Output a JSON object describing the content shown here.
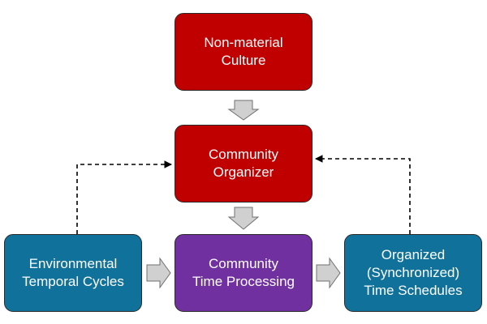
{
  "colors": {
    "red_node": "#c00000",
    "purple_node": "#7030a0",
    "teal_node": "#10719a",
    "block_arrow": "#d0d0d0",
    "dashed_line": "#000000"
  },
  "diagram": {
    "nodes": {
      "nonmaterial": {
        "lines": [
          "Non-material",
          "Culture"
        ]
      },
      "organizer": {
        "lines": [
          "Community",
          "Organizer"
        ]
      },
      "processing": {
        "lines": [
          "Community",
          "Time Processing"
        ]
      },
      "environmental": {
        "lines": [
          "Environmental",
          "Temporal Cycles"
        ]
      },
      "schedules": {
        "lines": [
          "Organized",
          "(Synchronized)",
          "Time Schedules"
        ]
      }
    },
    "edges": [
      {
        "from": "nonmaterial",
        "to": "organizer",
        "style": "block-arrow"
      },
      {
        "from": "organizer",
        "to": "processing",
        "style": "block-arrow"
      },
      {
        "from": "environmental",
        "to": "processing",
        "style": "block-arrow"
      },
      {
        "from": "processing",
        "to": "schedules",
        "style": "block-arrow"
      },
      {
        "from": "environmental",
        "to": "organizer",
        "style": "dashed"
      },
      {
        "from": "schedules",
        "to": "organizer",
        "style": "dashed"
      }
    ]
  }
}
